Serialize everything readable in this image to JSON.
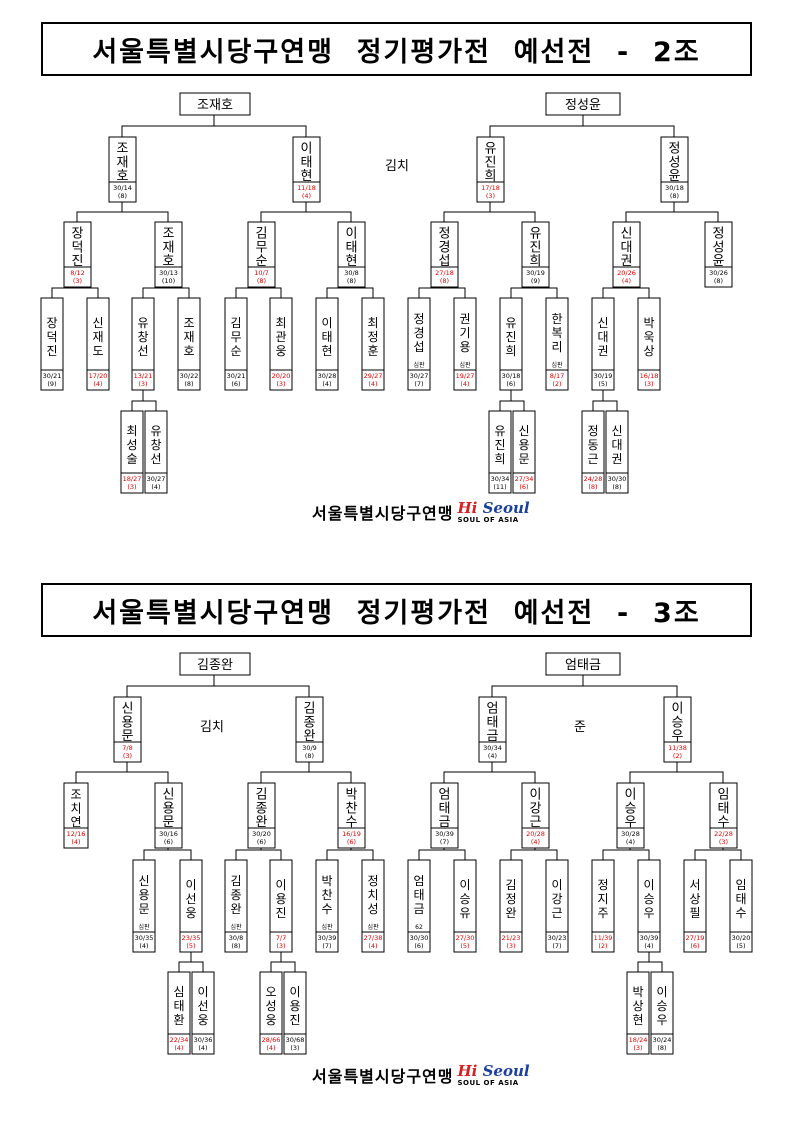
{
  "sections": [
    {
      "title": "서울특별시당구연맹  정기평가전  예선전  -  2조",
      "finals": [
        "조재호",
        "정성윤"
      ],
      "notes": [
        "김치"
      ],
      "players": [
        {
          "name": "조재호",
          "score": "30/14",
          "rank": "(8)",
          "red": false
        },
        {
          "name": "이태현",
          "score": "11/18",
          "rank": "(4)",
          "red": true
        },
        {
          "name": "유진희",
          "score": "17/18",
          "rank": "(3)",
          "red": true
        },
        {
          "name": "정성윤",
          "score": "30/18",
          "rank": "(8)",
          "red": false
        },
        {
          "name": "장덕진",
          "score": "8/12",
          "rank": "(3)",
          "red": true
        },
        {
          "name": "조재호",
          "score": "30/13",
          "rank": "(10)",
          "red": false
        },
        {
          "name": "김무순",
          "score": "10/7",
          "rank": "(8)",
          "red": true
        },
        {
          "name": "이태현",
          "score": "30/8",
          "rank": "(8)",
          "red": false
        },
        {
          "name": "정경섭",
          "score": "27/18",
          "rank": "(8)",
          "red": true
        },
        {
          "name": "유진희",
          "score": "30/19",
          "rank": "(9)",
          "red": false
        },
        {
          "name": "신대권",
          "score": "20/26",
          "rank": "(4)",
          "red": true
        },
        {
          "name": "정성윤",
          "score": "30/26",
          "rank": "(8)",
          "red": false
        },
        {
          "name": "장덕진",
          "score": "30/21",
          "rank": "(9)",
          "red": false
        },
        {
          "name": "신재도",
          "score": "17/20",
          "rank": "(4)",
          "red": true
        },
        {
          "name": "유창선",
          "score": "13/21",
          "rank": "(3)",
          "red": true
        },
        {
          "name": "조재호",
          "score": "30/22",
          "rank": "(8)",
          "red": false
        },
        {
          "name": "김무순",
          "score": "30/21",
          "rank": "(6)",
          "red": false
        },
        {
          "name": "최관웅",
          "score": "20/20",
          "rank": "(3)",
          "red": true
        },
        {
          "name": "이태현",
          "score": "30/28",
          "rank": "(4)",
          "red": false
        },
        {
          "name": "최정훈",
          "score": "29/27",
          "rank": "(4)",
          "red": true
        },
        {
          "name": "정경섭",
          "score": "30/27",
          "rank": "(7)",
          "red": false,
          "tag": "심판"
        },
        {
          "name": "권기용",
          "score": "19/27",
          "rank": "(4)",
          "red": true,
          "tag": "심판"
        },
        {
          "name": "유진희",
          "score": "30/18",
          "rank": "(6)",
          "red": false
        },
        {
          "name": "한복리",
          "score": "8/17",
          "rank": "(2)",
          "red": true,
          "tag": "심판"
        },
        {
          "name": "신대권",
          "score": "30/19",
          "rank": "(5)",
          "red": false
        },
        {
          "name": "박욱상",
          "score": "16/18",
          "rank": "(3)",
          "red": true
        },
        {
          "name": "최성술",
          "score": "18/27",
          "rank": "(3)",
          "red": true
        },
        {
          "name": "유창선",
          "score": "30/27",
          "rank": "(4)",
          "red": false
        },
        {
          "name": "유진희",
          "score": "30/34",
          "rank": "(11)",
          "red": false
        },
        {
          "name": "신용문",
          "score": "27/34",
          "rank": "(6)",
          "red": true
        },
        {
          "name": "정동근",
          "score": "24/28",
          "rank": "(8)",
          "red": true
        },
        {
          "name": "신대권",
          "score": "30/30",
          "rank": "(8)",
          "red": false
        }
      ]
    },
    {
      "title": "서울특별시당구연맹  정기평가전  예선전  -  3조",
      "finals": [
        "김종완",
        "엄태금"
      ],
      "notes": [
        "김치",
        "준"
      ],
      "players": [
        {
          "name": "신용문",
          "score": "7/8",
          "rank": "(3)",
          "red": true
        },
        {
          "name": "김종완",
          "score": "30/9",
          "rank": "(8)",
          "red": false
        },
        {
          "name": "엄태금",
          "score": "30/34",
          "rank": "(4)",
          "red": false
        },
        {
          "name": "이승우",
          "score": "11/38",
          "rank": "(2)",
          "red": true
        },
        {
          "name": "조치연",
          "score": "12/16",
          "rank": "(4)",
          "red": true
        },
        {
          "name": "신용문",
          "score": "30/16",
          "rank": "(6)",
          "red": false
        },
        {
          "name": "김종완",
          "score": "30/20",
          "rank": "(6)",
          "red": false
        },
        {
          "name": "박찬수",
          "score": "16/19",
          "rank": "(6)",
          "red": true
        },
        {
          "name": "엄태금",
          "score": "30/39",
          "rank": "(7)",
          "red": false
        },
        {
          "name": "이강근",
          "score": "20/28",
          "rank": "(4)",
          "red": true
        },
        {
          "name": "이승우",
          "score": "30/28",
          "rank": "(4)",
          "red": false
        },
        {
          "name": "임태수",
          "score": "22/28",
          "rank": "(3)",
          "red": true
        },
        {
          "name": "신용문",
          "score": "30/35",
          "rank": "(4)",
          "red": false,
          "tag": "심판"
        },
        {
          "name": "이선웅",
          "score": "23/35",
          "rank": "(5)",
          "red": true
        },
        {
          "name": "김종완",
          "score": "30/8",
          "rank": "(8)",
          "red": false,
          "tag": "심판"
        },
        {
          "name": "이용진",
          "score": "7/7",
          "rank": "(3)",
          "red": true
        },
        {
          "name": "박찬수",
          "score": "30/39",
          "rank": "(7)",
          "red": false,
          "tag": "심판"
        },
        {
          "name": "정치성",
          "score": "27/38",
          "rank": "(4)",
          "red": true,
          "tag": "심판"
        },
        {
          "name": "엄태금",
          "score": "30/30",
          "rank": "(6)",
          "red": false,
          "tag": "62"
        },
        {
          "name": "이승유",
          "score": "27/30",
          "rank": "(5)",
          "red": true
        },
        {
          "name": "김정완",
          "score": "21/23",
          "rank": "(3)",
          "red": true
        },
        {
          "name": "이강근",
          "score": "30/23",
          "rank": "(7)",
          "red": false
        },
        {
          "name": "정지주",
          "score": "11/39",
          "rank": "(2)",
          "red": true
        },
        {
          "name": "이승우",
          "score": "30/39",
          "rank": "(4)",
          "red": false
        },
        {
          "name": "서상필",
          "score": "27/19",
          "rank": "(6)",
          "red": true
        },
        {
          "name": "임태수",
          "score": "30/20",
          "rank": "(5)",
          "red": false
        },
        {
          "name": "심태환",
          "score": "22/34",
          "rank": "(4)",
          "red": true
        },
        {
          "name": "이선웅",
          "score": "30/36",
          "rank": "(4)",
          "red": false
        },
        {
          "name": "오성웅",
          "score": "28/66",
          "rank": "(4)",
          "red": true
        },
        {
          "name": "이용진",
          "score": "30/68",
          "rank": "(3)",
          "red": false
        },
        {
          "name": "박상현",
          "score": "18/24",
          "rank": "(3)",
          "red": true
        },
        {
          "name": "이승우",
          "score": "30/24",
          "rank": "(8)",
          "red": false
        }
      ]
    }
  ],
  "footer": {
    "brand": "서울특별시당구연맹",
    "logo_main_a": "Hi",
    "logo_main_b": "Seoul",
    "logo_sub": "SOUL OF ASIA"
  },
  "colors": {
    "loss": "#e00000",
    "text": "#000000",
    "logo_blue": "#1a3f9c",
    "logo_red": "#d62020"
  }
}
